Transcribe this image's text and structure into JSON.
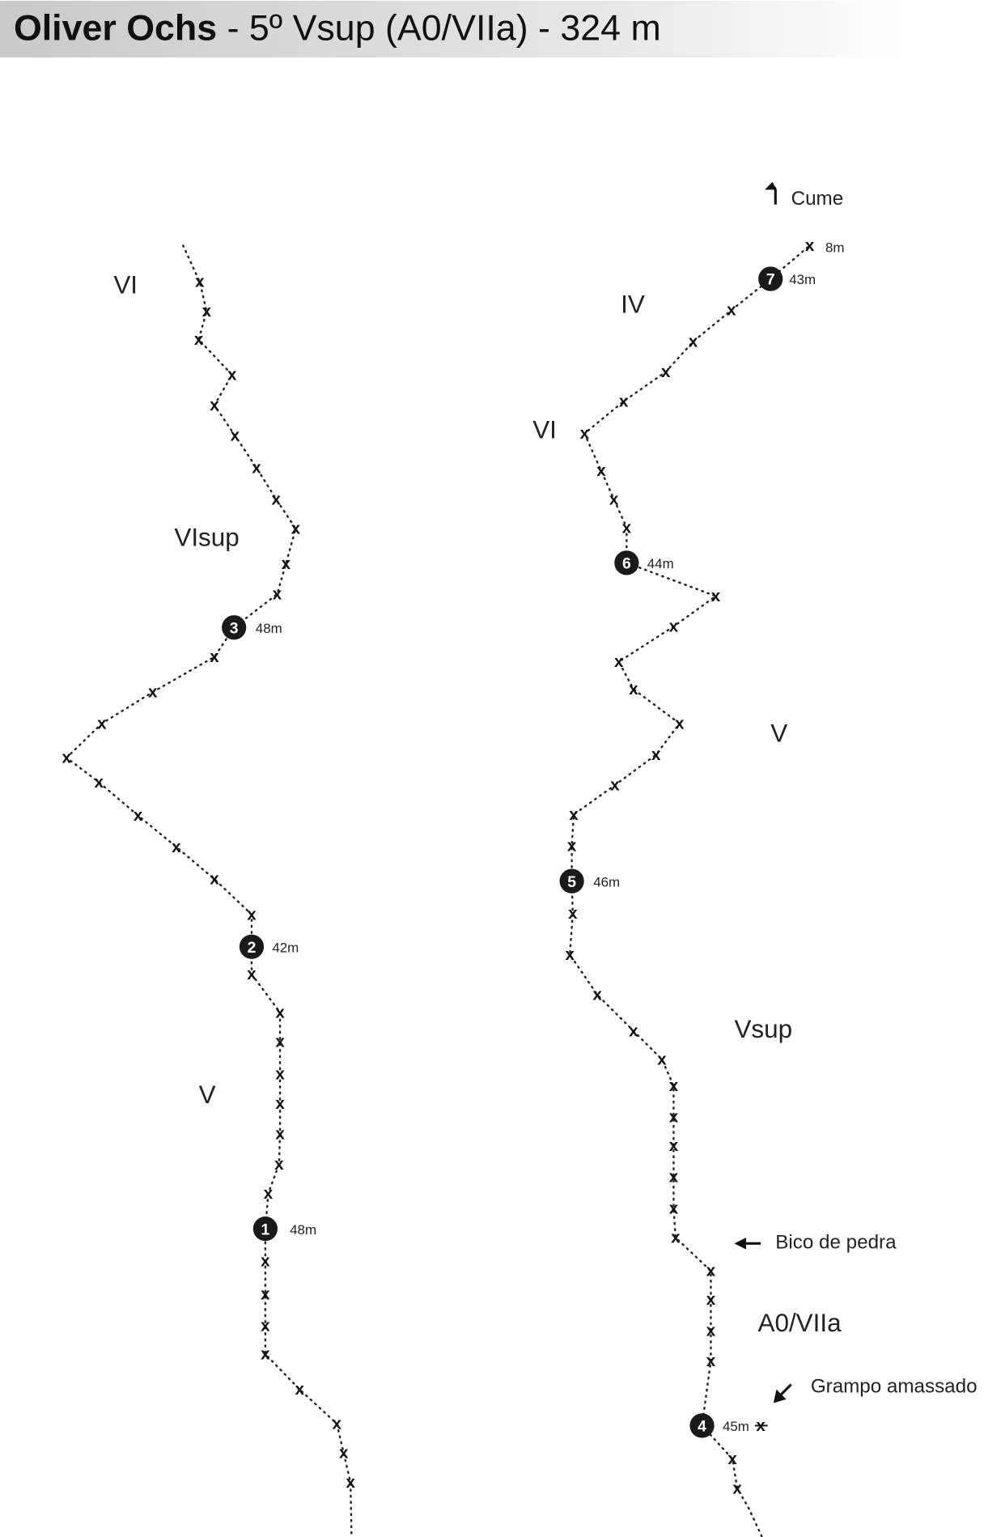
{
  "header": {
    "name": "Oliver Ochs",
    "rest": " - 5º Vsup (A0/VIIa) - 324 m"
  },
  "belays": [
    {
      "number": "1",
      "length": "48m"
    },
    {
      "number": "2",
      "length": "42m"
    },
    {
      "number": "3",
      "length": "48m"
    },
    {
      "number": "4",
      "length": "45m"
    },
    {
      "number": "5",
      "length": "46m"
    },
    {
      "number": "6",
      "length": "44m"
    },
    {
      "number": "7",
      "length": "43m"
    }
  ],
  "final_length": "8m",
  "grades": {
    "left_top": "VI",
    "left_mid": "VIsup",
    "left_bottom": "V",
    "right_top": "IV",
    "right_upper": "VI",
    "right_mid": "V",
    "right_lower": "Vsup",
    "right_crux": "A0/VIIa"
  },
  "annotations": {
    "summit": "Cume",
    "rock_horn": "Bico de pedra",
    "damaged_bolt": "Grampo amassado"
  },
  "bolt_symbol": "x",
  "icons": {
    "summit": "summit-arrow-icon",
    "rock_horn": "left-arrow-icon",
    "damaged_bolt": "down-left-arrow-icon"
  }
}
